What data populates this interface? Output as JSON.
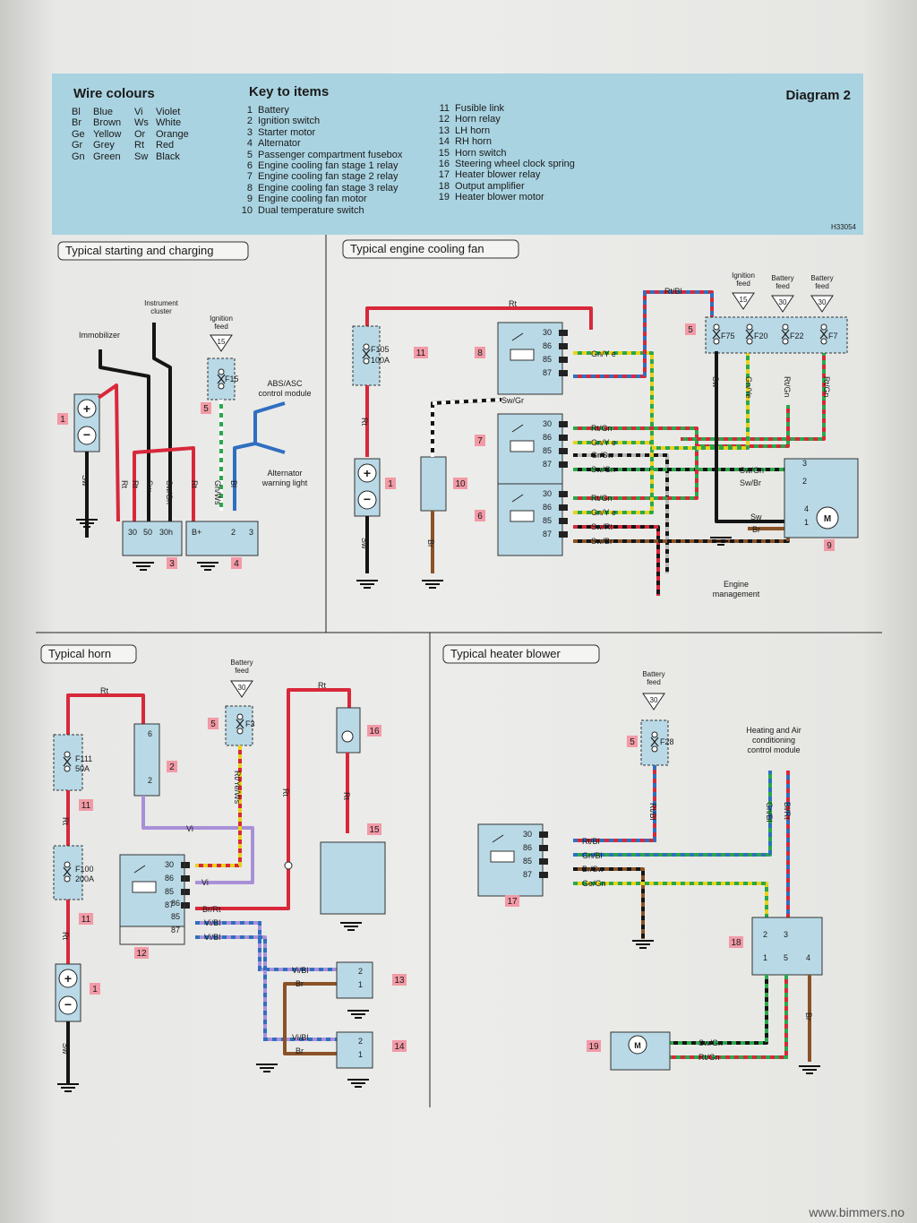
{
  "header": {
    "diagram_title": "Diagram 2",
    "wire_colours_title": "Wire colours",
    "wire_colours": [
      {
        "code": "Bl",
        "name": "Blue"
      },
      {
        "code": "Br",
        "name": "Brown"
      },
      {
        "code": "Ge",
        "name": "Yellow"
      },
      {
        "code": "Gr",
        "name": "Grey"
      },
      {
        "code": "Gn",
        "name": "Green"
      },
      {
        "code": "Vi",
        "name": "Violet"
      },
      {
        "code": "Ws",
        "name": "White"
      },
      {
        "code": "Or",
        "name": "Orange"
      },
      {
        "code": "Rt",
        "name": "Red"
      },
      {
        "code": "Sw",
        "name": "Black"
      }
    ],
    "key_title": "Key to items",
    "key_items": [
      {
        "n": "1",
        "t": "Battery"
      },
      {
        "n": "2",
        "t": "Ignition switch"
      },
      {
        "n": "3",
        "t": "Starter motor"
      },
      {
        "n": "4",
        "t": "Alternator"
      },
      {
        "n": "5",
        "t": "Passenger compartment fusebox"
      },
      {
        "n": "6",
        "t": "Engine cooling fan stage 1 relay"
      },
      {
        "n": "7",
        "t": "Engine cooling fan stage 2 relay"
      },
      {
        "n": "8",
        "t": "Engine cooling fan stage 3 relay"
      },
      {
        "n": "9",
        "t": "Engine cooling fan motor"
      },
      {
        "n": "10",
        "t": "Dual temperature switch"
      },
      {
        "n": "11",
        "t": "Fusible link"
      },
      {
        "n": "12",
        "t": "Horn relay"
      },
      {
        "n": "13",
        "t": "LH horn"
      },
      {
        "n": "14",
        "t": "RH horn"
      },
      {
        "n": "15",
        "t": "Horn switch"
      },
      {
        "n": "16",
        "t": "Steering wheel clock spring"
      },
      {
        "n": "17",
        "t": "Heater blower relay"
      },
      {
        "n": "18",
        "t": "Output amplifier"
      },
      {
        "n": "19",
        "t": "Heater blower motor"
      }
    ],
    "code": "H33054"
  },
  "sections": {
    "starting": "Typical starting and charging",
    "cooling": "Typical engine cooling fan",
    "horn": "Typical horn",
    "heater": "Typical heater blower"
  },
  "labels": {
    "immobilizer": "Immobilizer",
    "instrument_cluster": [
      "Instrument",
      "cluster"
    ],
    "ignition_feed": [
      "Ignition",
      "feed"
    ],
    "battery_feed": [
      "Battery",
      "feed"
    ],
    "abs_asc": [
      "ABS/ASC",
      "control module"
    ],
    "alt_warning": [
      "Alternator",
      "warning light"
    ],
    "engine_mgmt": [
      "Engine",
      "management"
    ],
    "hvac_module": [
      "Heating and Air",
      "conditioning",
      "control module"
    ],
    "fuses": {
      "f15": "F15",
      "f105": "F105",
      "f105_rating": "100A",
      "f75": "F75",
      "f20": "F20",
      "f22": "F22",
      "f7": "F7",
      "f3": "F3",
      "f111": "F111",
      "f111_rating": "50A",
      "f100": "F100",
      "f100_rating": "200A",
      "f28": "F28"
    },
    "feeds": {
      "v15": "15",
      "v30": "30"
    },
    "terminals": {
      "t30": "30",
      "t50": "50",
      "t30h": "30h",
      "bplus": "B+",
      "t2": "2",
      "t3": "3",
      "t86": "86",
      "t85": "85",
      "t87": "87",
      "t1": "1",
      "t4": "4",
      "t5": "5",
      "t6": "6"
    },
    "wires": {
      "Sw": "Sw",
      "Rt": "Rt",
      "SwGn": "Sw/Gn",
      "GnWs": "Gn/Ws",
      "Bl": "Bl",
      "RtBl": "Rt/Bl",
      "GnYe": "Gn/Y e",
      "SwGr": "Sw/Gr",
      "Br": "Br",
      "RtGn": "Rt/Gn",
      "GrSw": "Gr/Sw",
      "SwBr": "Sw/Br",
      "SwRt": "Sw/Rt",
      "GnYeV": "Gn/Ye",
      "Vi": "Vi",
      "BrRt": "Br/Rt",
      "ViBl": "Vi/Bl",
      "RtYeWs": "Rt/Ye/Ws",
      "GnBl": "Gn/Bl",
      "BrSw": "Br/Sw",
      "GeGn": "Ge/Gn",
      "BlRt": "Bl/Rt"
    },
    "motor": "M",
    "item_numbers": [
      "1",
      "2",
      "3",
      "4",
      "5",
      "6",
      "7",
      "8",
      "9",
      "10",
      "11",
      "12",
      "13",
      "14",
      "15",
      "16",
      "17",
      "18",
      "19"
    ]
  },
  "colors": {
    "red": "#d8283a",
    "black": "#151515",
    "green": "#2aa84a",
    "blue": "#2f6fc0",
    "violet": "#a890d8",
    "brown": "#8a5226",
    "yellow": "#e8d21a",
    "grey": "#b8b8b8",
    "box": "#b9d9e6",
    "tag": "#f29aa6"
  },
  "watermark": "www.bimmers.no"
}
